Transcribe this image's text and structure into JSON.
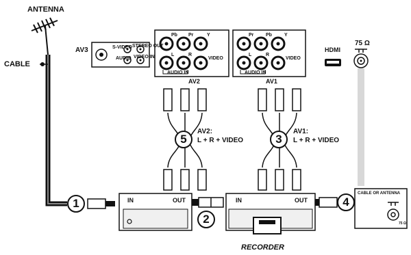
{
  "labels": {
    "antenna": "ANTENNA",
    "cable": "CABLE",
    "av3": "AV3",
    "av2": "AV2",
    "av1": "AV1",
    "hdmi": "HDMI",
    "ohm": "75 Ω",
    "audio_in": "AUDIO IN",
    "video": "VIDEO",
    "pb": "Pb",
    "pr": "Pr",
    "y": "Y",
    "l": "L",
    "r": "R",
    "s_video": "S-VIDEO",
    "audio": "AUDIO",
    "video_in": "VIDEO IN",
    "stereo_out": "STEREO OUT",
    "recorder": "RECORDER",
    "cable_or_antenna": "CABLE OR ANTENNA",
    "ohm_small": "75 Ω",
    "in": "IN",
    "out": "OUT",
    "av2_caption": "AV2:",
    "av1_caption": "AV1:",
    "lrv": "L + R + VIDEO"
  },
  "steps": [
    "1",
    "2",
    "3",
    "4",
    "5"
  ],
  "colors": {
    "ink": "#111111",
    "panel": "#ffffff",
    "cable_gray": "#d6d6d6"
  }
}
